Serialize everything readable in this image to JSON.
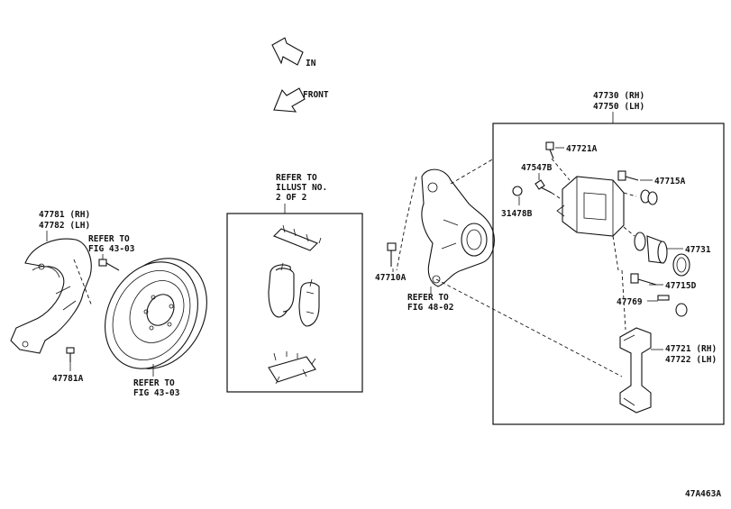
{
  "orientation": {
    "in_label": "IN",
    "front_label": "FRONT"
  },
  "labels": {
    "p47730": "47730 (RH)",
    "p47750": "47750 (LH)",
    "p47721a": "47721A",
    "p47547b": "47547B",
    "p47715a": "47715A",
    "p31478b": "31478B",
    "p47731": "47731",
    "p47715d": "47715D",
    "p47769": "47769",
    "p47721": "47721 (RH)",
    "p47722": "47722 (LH)",
    "p47710a": "47710A",
    "p47781": "47781 (RH)",
    "p47782": "47782 (LH)",
    "p47781a": "47781A",
    "ref_fig43_top_1": "REFER TO",
    "ref_fig43_top_2": "FIG 43-03",
    "ref_fig43_bot_1": "REFER TO",
    "ref_fig43_bot_2": "FIG 43-03",
    "ref_fig48_1": "REFER TO",
    "ref_fig48_2": "FIG 48-02",
    "ref_illust_1": "REFER TO",
    "ref_illust_2": "ILLUST NO.",
    "ref_illust_3": "2 OF 2",
    "figure_code": "47A463A"
  },
  "colors": {
    "line": "#111111",
    "background": "#ffffff"
  }
}
